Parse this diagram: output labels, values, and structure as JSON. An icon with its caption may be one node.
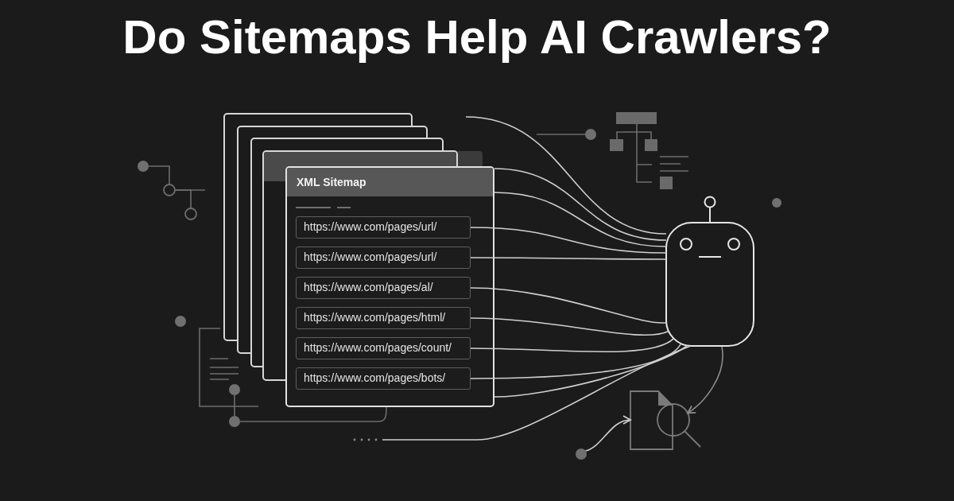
{
  "diagram": {
    "title": "Do Sitemaps Help AI Crawlers?",
    "nodes": [
      {
        "text": [
          "XML Sitemap"
        ]
      },
      {
        "text": [
          "https://www.com/pages/url/"
        ],
        "in": 0
      },
      {
        "text": [
          "https://www.com/pages/url/"
        ],
        "in": 0
      },
      {
        "text": [
          "https://www.com/pages/al/"
        ],
        "in": 0
      },
      {
        "text": [
          "https://www.com/pages/html/"
        ],
        "in": 0
      },
      {
        "text": [
          "https://www.com/pages/count/"
        ],
        "in": 0
      },
      {
        "text": [
          "https://www.com/pages/bots/"
        ],
        "in": 0
      },
      {
        "text": [],
        "shape": "picture"
      },
      {
        "text": [],
        "shape": "picture"
      },
      {
        "text": [],
        "shape": "circle"
      },
      {
        "text": [],
        "shape": "circle"
      },
      {
        "text": [],
        "shape": "circle"
      },
      {
        "text": [],
        "shape": "circle"
      },
      {
        "text": [],
        "shape": "circle"
      },
      {
        "text": [],
        "shape": "circle"
      }
    ],
    "edges": [
      {
        "from": 1,
        "to": 7,
        "arrow": "none"
      },
      {
        "from": 2,
        "to": 7,
        "arrow": "none"
      },
      {
        "from": 3,
        "to": 7,
        "arrow": "none"
      },
      {
        "from": 4,
        "to": 7,
        "arrow": "none"
      },
      {
        "from": 5,
        "to": 7,
        "arrow": "none"
      },
      {
        "from": 6,
        "to": 7,
        "arrow": "none"
      },
      {
        "from": 0,
        "to": 7,
        "arrow": "none"
      },
      {
        "from": 0,
        "to": 7,
        "arrow": "none"
      },
      {
        "from": 0,
        "to": 7,
        "arrow": "none"
      },
      {
        "from": null,
        "to": 7,
        "arrow": "none"
      },
      {
        "from": 7,
        "to": 8,
        "arrow": "to",
        "color": "#8c8c8c"
      },
      {
        "from": 9,
        "to": 8,
        "arrow": "to"
      },
      {
        "from": 10,
        "to": 11,
        "arrow": "none",
        "color": "#6d6d6d"
      },
      {
        "from": 11,
        "to": 0,
        "arrow": "none",
        "color": "#6d6d6d"
      },
      {
        "from": null,
        "to": 7,
        "arrow": "none"
      },
      {
        "from": 12,
        "to": 13,
        "arrow": "none",
        "color": "#6d6d6d"
      },
      {
        "from": 13,
        "to": null,
        "arrow": "none",
        "color": "#6d6d6d"
      },
      {
        "from": 13,
        "to": 14,
        "arrow": "none",
        "color": "#6d6d6d"
      }
    ]
  }
}
